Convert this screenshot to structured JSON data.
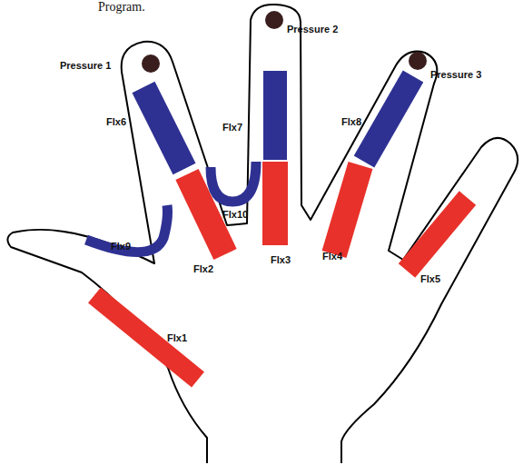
{
  "diagram": {
    "labels": [
      "Program.",
      "Pressure 1",
      "Pressure 2",
      "Pressure 3",
      "Flx6",
      "Flx7",
      "Flx8",
      "Flx10",
      "Flx9",
      "Flx2",
      "Flx3",
      "Flx4",
      "Flx5",
      "Flx1"
    ]
  }
}
